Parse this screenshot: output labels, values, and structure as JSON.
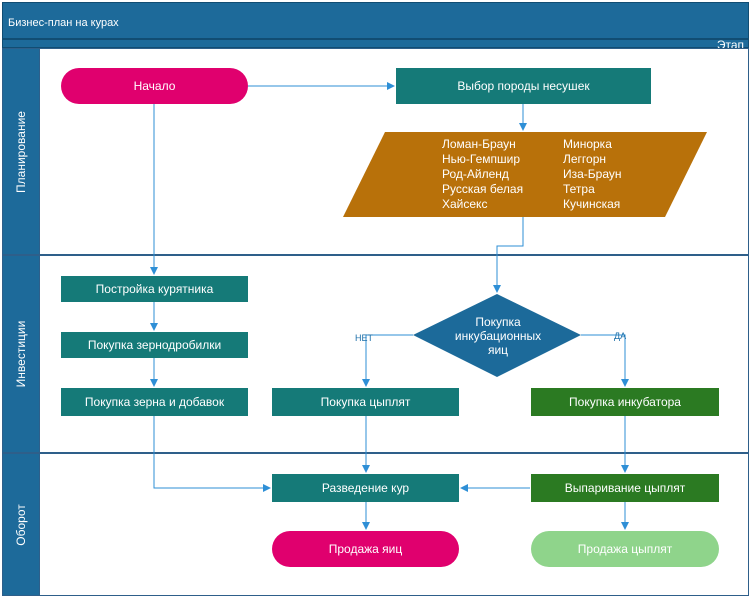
{
  "header": {
    "title": "Бизнес-план на курах"
  },
  "stage_label": "Этап",
  "lanes": {
    "planning": "Планирование",
    "investments": "Инвестиции",
    "turnover": "Оборот"
  },
  "nodes": {
    "start": "Начало",
    "breed_choice": "Выбор породы несушек",
    "coop": "Постройка курятника",
    "grain_crusher": "Покупка зернодробилки",
    "grain": "Покупка зерна и добавок",
    "chicks": "Покупка цыплят",
    "incubator": "Покупка инкубатора",
    "breeding": "Разведение кур",
    "hatching": "Выпаривание цыплят",
    "sell_eggs": "Продажа яиц",
    "sell_chicks": "Продажа цыплят"
  },
  "decision": {
    "line1": "Покупка",
    "line2": "инкубационных",
    "line3": "яиц",
    "no": "НЕТ",
    "yes": "ДА"
  },
  "breeds": {
    "left": [
      "Ломан-Браун",
      "Нью-Гемпшир",
      "Род-Айленд",
      "Русская белая",
      "Хайсекс"
    ],
    "right": [
      "Минорка",
      "Леггорн",
      "Иза-Браун",
      "Тетра",
      "Кучинская"
    ]
  },
  "colors": {
    "lane_header": "#1d6a9a",
    "teal": "#157a78",
    "green": "#2b7a22",
    "pink": "#e0006e",
    "light_green": "#8fd48b",
    "parallelogram": "#b8710a",
    "connector": "#2e8fd6"
  }
}
